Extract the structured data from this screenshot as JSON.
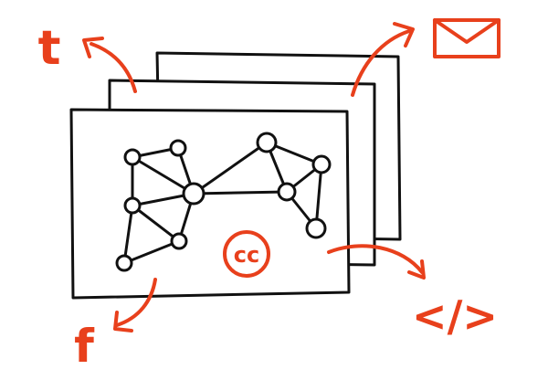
{
  "colors": {
    "ink": "#111111",
    "accent": "#e8401c",
    "paper": "#ffffff"
  },
  "labels": {
    "twitter": "t",
    "facebook": "f",
    "cc": "cc",
    "embed": "</>"
  },
  "icons": {
    "twitter": "twitter-icon",
    "facebook": "facebook-icon",
    "email": "envelope-icon",
    "embed": "embed-code-icon",
    "license": "creative-commons-icon"
  }
}
